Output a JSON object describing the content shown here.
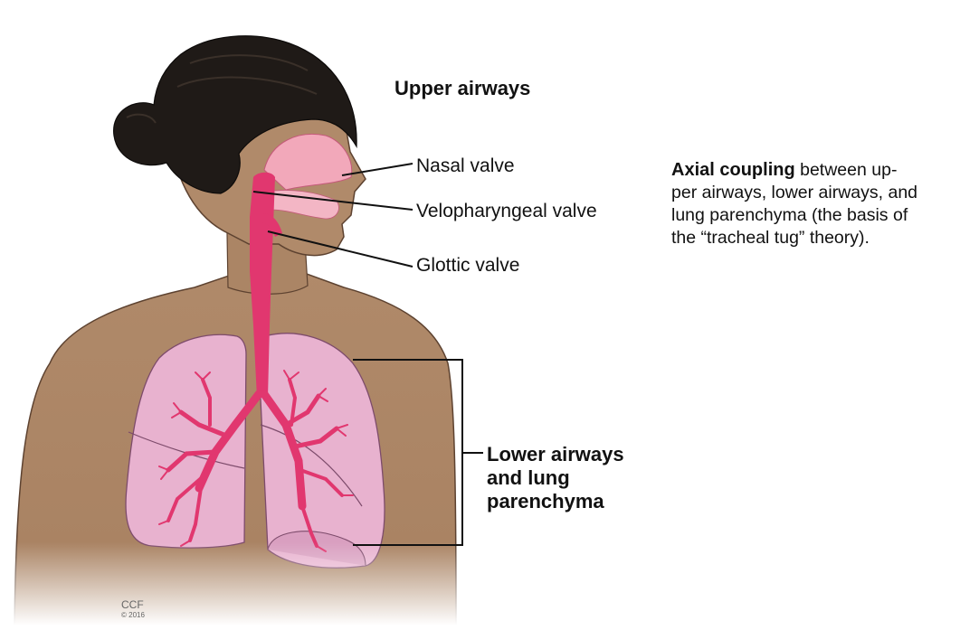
{
  "labels": {
    "upper_airways": "Upper airways",
    "nasal_valve": "Nasal valve",
    "velopharyngeal_valve": "Velopharyngeal valve",
    "glottic_valve": "Glottic valve",
    "lower_airways": [
      "Lower airways",
      "and lung",
      "parenchyma"
    ]
  },
  "caption": {
    "bold": "Axial coupling",
    "rest_line1": " between up-",
    "line2": "per airways, lower airways, and",
    "line3": "lung parenchyma (the basis of",
    "line4": "the “tracheal tug” theory)."
  },
  "credit": {
    "name": "CCF",
    "year": "© 2016"
  },
  "colors": {
    "skin": "#b08a6a",
    "hair": "#1e1a17",
    "lung": "#e9b4d1",
    "airway": "#e0356f",
    "nasal": "#f2a6b8"
  }
}
